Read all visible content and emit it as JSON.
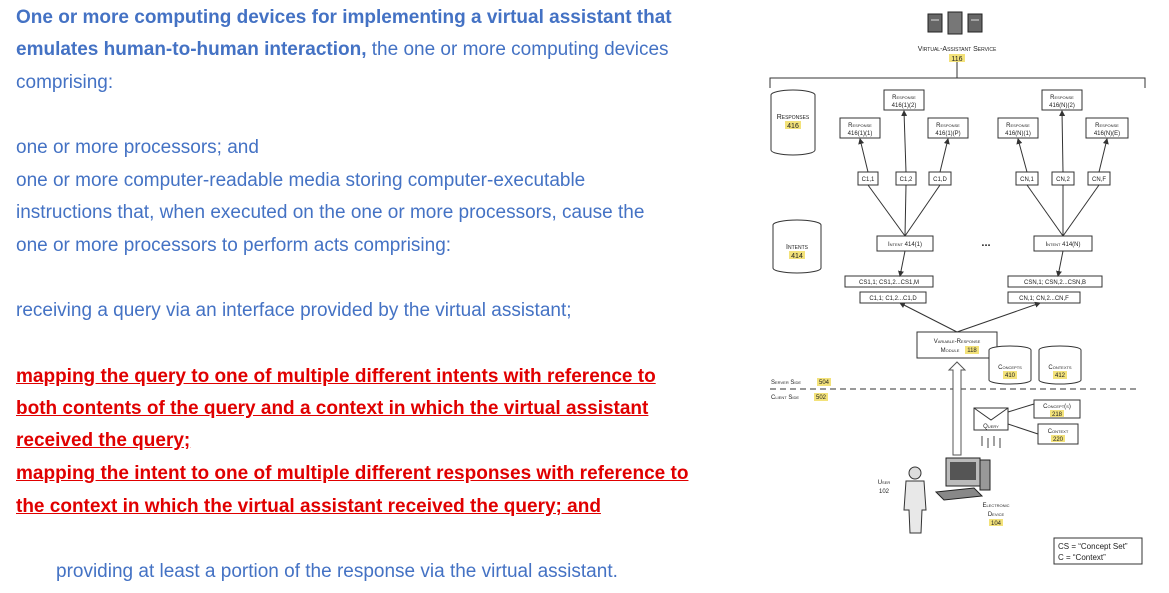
{
  "claim": {
    "title_bold": "One or more computing devices for implementing a virtual assistant that emulates human-to-human interaction,",
    "line1a": "One or more computing devices for implementing a virtual assistant that",
    "line2a": "emulates human-to-human interaction,",
    "line2b": " the one or more computing devices",
    "line3": "comprising:",
    "line4": "one or more processors; and",
    "line5": "one or more computer-readable media storing computer-executable",
    "line6": "instructions that, when executed on the one or more processors, cause the",
    "line7": "one or more processors to perform acts comprising:",
    "line8": "receiving a query via an interface provided by the virtual assistant;",
    "line9": "mapping the query to one of multiple different intents with reference to ",
    "line10": "both contents of the query and a context in which the virtual assistant ",
    "line11": "received the query;",
    "line12": "mapping the intent to one of multiple different responses with reference to ",
    "line13": "the context in which the virtual assistant received the query; and",
    "line14": "providing at least a portion of the response via the virtual assistant."
  },
  "diagram": {
    "service_label": "Virtual-Assistant Service",
    "service_num": "116",
    "responses_label": "Responses",
    "responses_num": "416",
    "intents_label": "Intents",
    "intents_num": "414",
    "resp_1_2": "Response",
    "resp_1_2_num": "416(1)(2)",
    "resp_1_1_num": "416(1)(1)",
    "resp_1_p_num": "416(1)(P)",
    "resp_n_2_num": "416(N)(2)",
    "resp_n_1_num": "416(N)(1)",
    "resp_n_e_num": "416(N)(E)",
    "c11": "C1,1",
    "c12": "C1,2",
    "c1d": "C1,D",
    "cn1": "CN,1",
    "cn2": "CN,2",
    "cnf": "CN,F",
    "intent1": "Intent 414(1)",
    "intentn": "Intent 414(N)",
    "ellipsis": "...",
    "cs1_line": "CS1,1; CS1,2...CS1,M",
    "c1_line": "C1,1; C1,2...C1,D",
    "csn_line": "CSN,1; CSN,2...CSN,B",
    "cn_line": "CN,1; CN,2...CN,F",
    "vrm_label1": "Variable-Response",
    "vrm_label2": "Module",
    "vrm_num": "118",
    "concepts_label": "Concepts",
    "concepts_num": "410",
    "contexts_label": "Contexts",
    "contexts_num": "412",
    "server_side": "Server Side",
    "server_num": "504",
    "client_side": "Client Side",
    "client_num": "502",
    "concepts_s_label": "Concept(s)",
    "concepts_s_num": "218",
    "context_label": "Context",
    "context_num": "220",
    "query_label": "Query",
    "user_label": "User",
    "user_num": "102",
    "device_label1": "Electronic",
    "device_label2": "Device",
    "device_num": "104",
    "legend1": "CS = “Concept Set”",
    "legend2": "C = “Context”"
  },
  "colors": {
    "blue_text": "#4472c4",
    "red_text": "#e00000",
    "highlight": "#f3e27a"
  }
}
